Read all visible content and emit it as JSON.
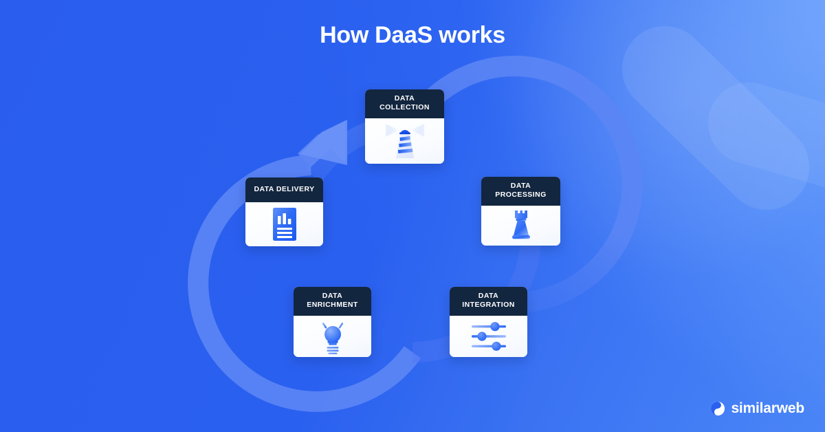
{
  "page": {
    "title": "How DaaS works",
    "background_color": "#2A60EF",
    "background_accent_color": "#5B85F5",
    "card_header_color": "#13263F",
    "card_body_color": "#FFFFFF",
    "icon_accent_color": "#2F6BF5"
  },
  "diagram": {
    "type": "cycle",
    "arrow_direction": "clockwise",
    "arrow_head_position": "top-left",
    "arrow_color": "#5B85F5",
    "steps": [
      {
        "index": 1,
        "label": "DATA\nCOLLECTION",
        "label_flat": "DATA COLLECTION",
        "icon": "lighthouse-icon",
        "position": "top"
      },
      {
        "index": 2,
        "label": "DATA\nPROCESSING",
        "label_flat": "DATA PROCESSING",
        "icon": "chess-rook-icon",
        "position": "right"
      },
      {
        "index": 3,
        "label": "DATA\nINTEGRATION",
        "label_flat": "DATA INTEGRATION",
        "icon": "sliders-icon",
        "position": "bottom-right"
      },
      {
        "index": 4,
        "label": "DATA\nENRICHMENT",
        "label_flat": "DATA ENRICHMENT",
        "icon": "lightbulb-icon",
        "position": "bottom-left"
      },
      {
        "index": 5,
        "label": "DATA DELIVERY",
        "label_flat": "DATA DELIVERY",
        "icon": "report-document-icon",
        "position": "left"
      }
    ]
  },
  "logo": {
    "brand": "similarweb",
    "mark": "similarweb-s-mark-icon",
    "color": "#FFFFFF"
  }
}
